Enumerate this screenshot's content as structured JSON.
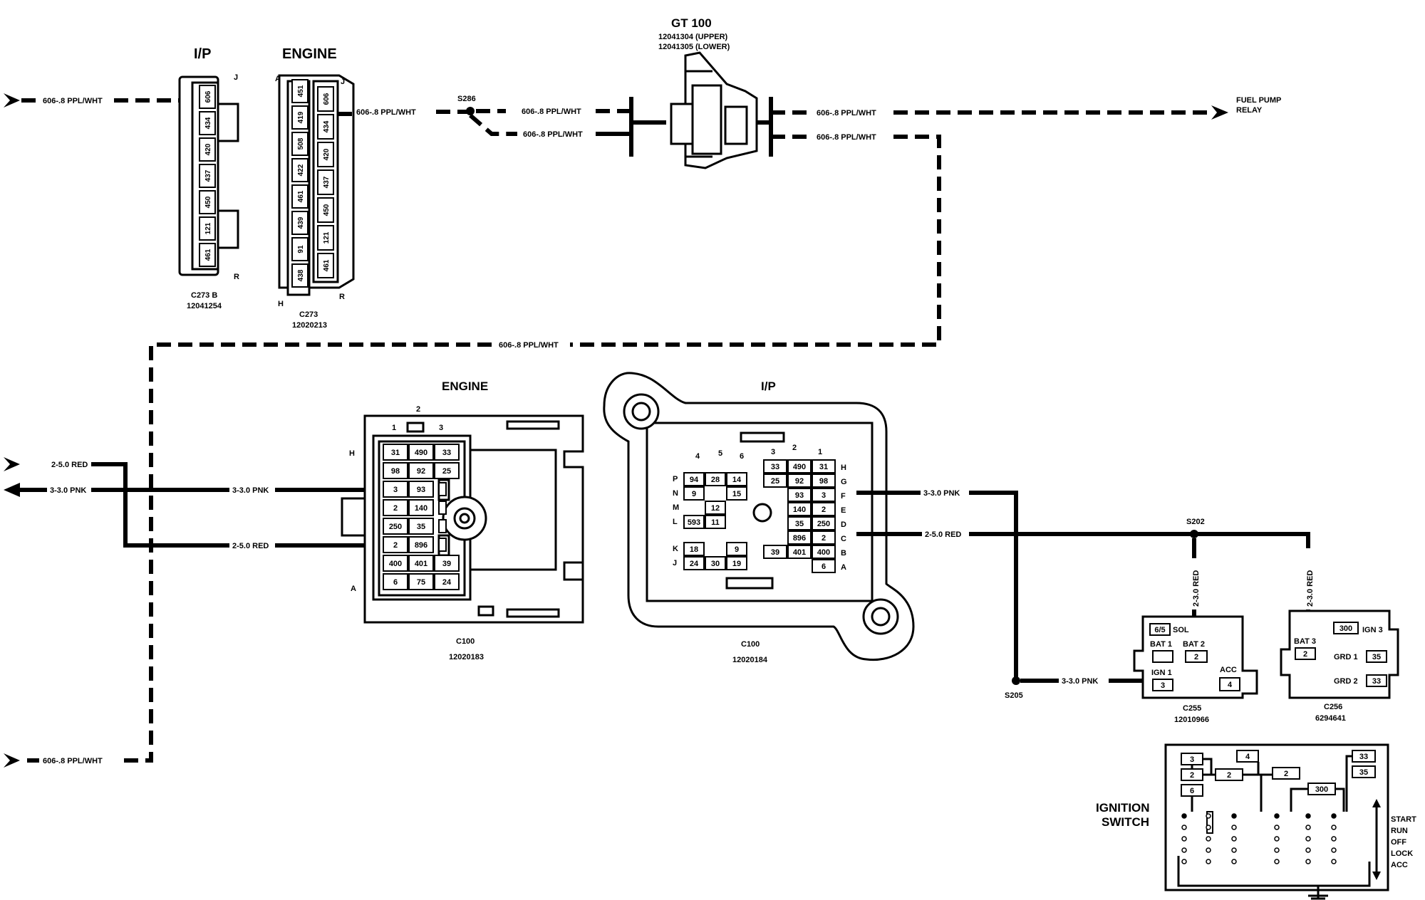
{
  "top": {
    "ip_c273b": {
      "title": "I/P",
      "name": "C273 B",
      "part": "12041254",
      "pin_j": "J",
      "pin_r": "R",
      "pins": [
        "606",
        "434",
        "420",
        "437",
        "450",
        "121",
        "461"
      ]
    },
    "engine_c273": {
      "title": "ENGINE",
      "name": "C273",
      "part": "12020213",
      "pin_a": "A",
      "pin_j": "J",
      "pin_h": "H",
      "pin_r": "R",
      "left_pins": [
        "451",
        "419",
        "508",
        "422",
        "461",
        "439",
        "91",
        "438"
      ],
      "right_pins": [
        "606",
        "434",
        "420",
        "437",
        "450",
        "121",
        "461"
      ]
    },
    "gt100": {
      "title": "GT 100",
      "upper": "12041304 (UPPER)",
      "lower": "12041305 (LOWER)"
    },
    "s286": "S286",
    "fuel_pump_relay_1": "FUEL PUMP",
    "fuel_pump_relay_2": "RELAY",
    "wire_606": "606-.8 PPL/WHT"
  },
  "wires": {
    "red_2_5": "2-5.0 RED",
    "pnk_3_3": "3-3.0 PNK",
    "red_2_3": "2-3.0 RED"
  },
  "c100_engine": {
    "title": "ENGINE",
    "name": "C100",
    "part": "12020183",
    "col_labels": [
      "1",
      "2",
      "3"
    ],
    "row_h": "H",
    "row_a": "A",
    "rows": [
      [
        "31",
        "490",
        "33"
      ],
      [
        "98",
        "92",
        "25"
      ],
      [
        "3",
        "93",
        ""
      ],
      [
        "2",
        "140",
        ""
      ],
      [
        "250",
        "35",
        ""
      ],
      [
        "2",
        "896",
        ""
      ],
      [
        "400",
        "401",
        "39"
      ],
      [
        "6",
        "75",
        "24"
      ]
    ]
  },
  "c100_ip": {
    "title": "I/P",
    "name": "C100",
    "part": "12020184",
    "left_cols": [
      "4",
      "5",
      "6"
    ],
    "right_cols": [
      "3",
      "2",
      "1"
    ],
    "left_rows": [
      "P",
      "N",
      "M",
      "L",
      "K",
      "J"
    ],
    "right_rows": [
      "H",
      "G",
      "F",
      "E",
      "D",
      "C",
      "B",
      "A"
    ],
    "left_cells": [
      [
        "94",
        "28",
        "14"
      ],
      [
        "9",
        "",
        "15"
      ],
      [
        "",
        "12",
        ""
      ],
      [
        "593",
        "11",
        ""
      ],
      [
        "18",
        "",
        "9"
      ],
      [
        "24",
        "30",
        "19"
      ]
    ],
    "right_cells": [
      [
        "33",
        "490",
        "31"
      ],
      [
        "25",
        "92",
        "98"
      ],
      [
        "",
        "93",
        "3"
      ],
      [
        "",
        "140",
        "2"
      ],
      [
        "",
        "35",
        "250"
      ],
      [
        "",
        "896",
        "2"
      ],
      [
        "39",
        "401",
        "400"
      ],
      [
        "",
        "",
        "6"
      ]
    ]
  },
  "splices": {
    "s202": "S202",
    "s205": "S205"
  },
  "c255": {
    "name": "C255",
    "part": "12010966",
    "sol_pin": "6/5",
    "sol": "SOL",
    "bat1": "BAT 1",
    "bat2": "BAT 2",
    "bat2_pin": "2",
    "ign1": "IGN 1",
    "ign1_pin": "3",
    "acc": "ACC",
    "acc_pin": "4"
  },
  "c256": {
    "name": "C256",
    "part": "6294641",
    "bat3": "BAT 3",
    "bat3_pin": "2",
    "ign3": "IGN 3",
    "ign3_pin": "300",
    "grd1": "GRD 1",
    "grd1_pin": "35",
    "grd2": "GRD 2",
    "grd2_pin": "33"
  },
  "ignition_switch": {
    "title1": "IGNITION",
    "title2": "SWITCH",
    "positions": [
      "START",
      "RUN",
      "OFF",
      "LOCK",
      "ACC"
    ],
    "terminals": [
      "3",
      "2",
      "6",
      "4",
      "2",
      "2",
      "300",
      "33",
      "35"
    ]
  }
}
